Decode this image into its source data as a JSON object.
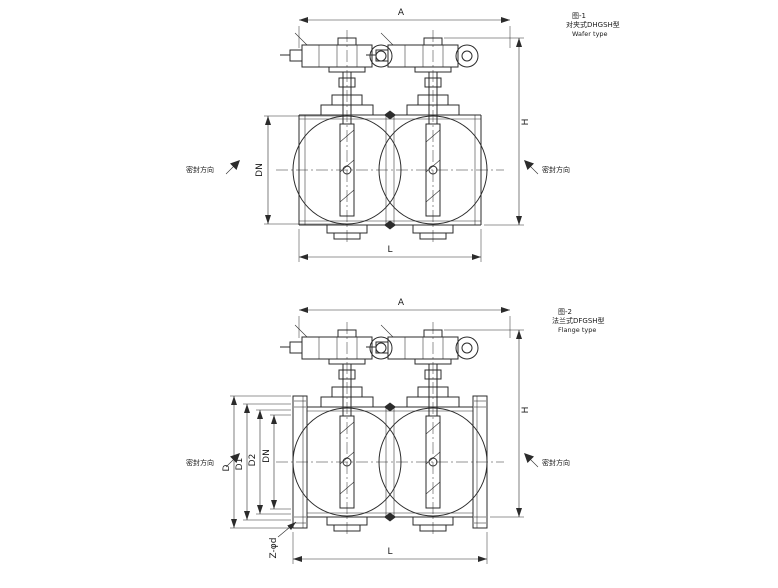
{
  "figure1": {
    "caption": {
      "fig_no": "图-1",
      "type_cn": "对夹式DHGSH型",
      "type_en": "Wafer type"
    },
    "dims": {
      "A": "A",
      "H": "H",
      "L": "L",
      "DN": "DN"
    },
    "seal_left": "密封方向",
    "seal_right": "密封方向"
  },
  "figure2": {
    "caption": {
      "fig_no": "图-2",
      "type_cn": "法兰式DFGSH型",
      "type_en": "Flange type"
    },
    "dims": {
      "A": "A",
      "H": "H",
      "L": "L",
      "D": "D",
      "D1": "D1",
      "D2": "D2",
      "DN": "DN",
      "Zd": "Z-φd"
    },
    "seal_left": "密封方向",
    "seal_right": "密封方向"
  },
  "colors": {
    "line": "#2b2b2b",
    "background": "#ffffff"
  }
}
